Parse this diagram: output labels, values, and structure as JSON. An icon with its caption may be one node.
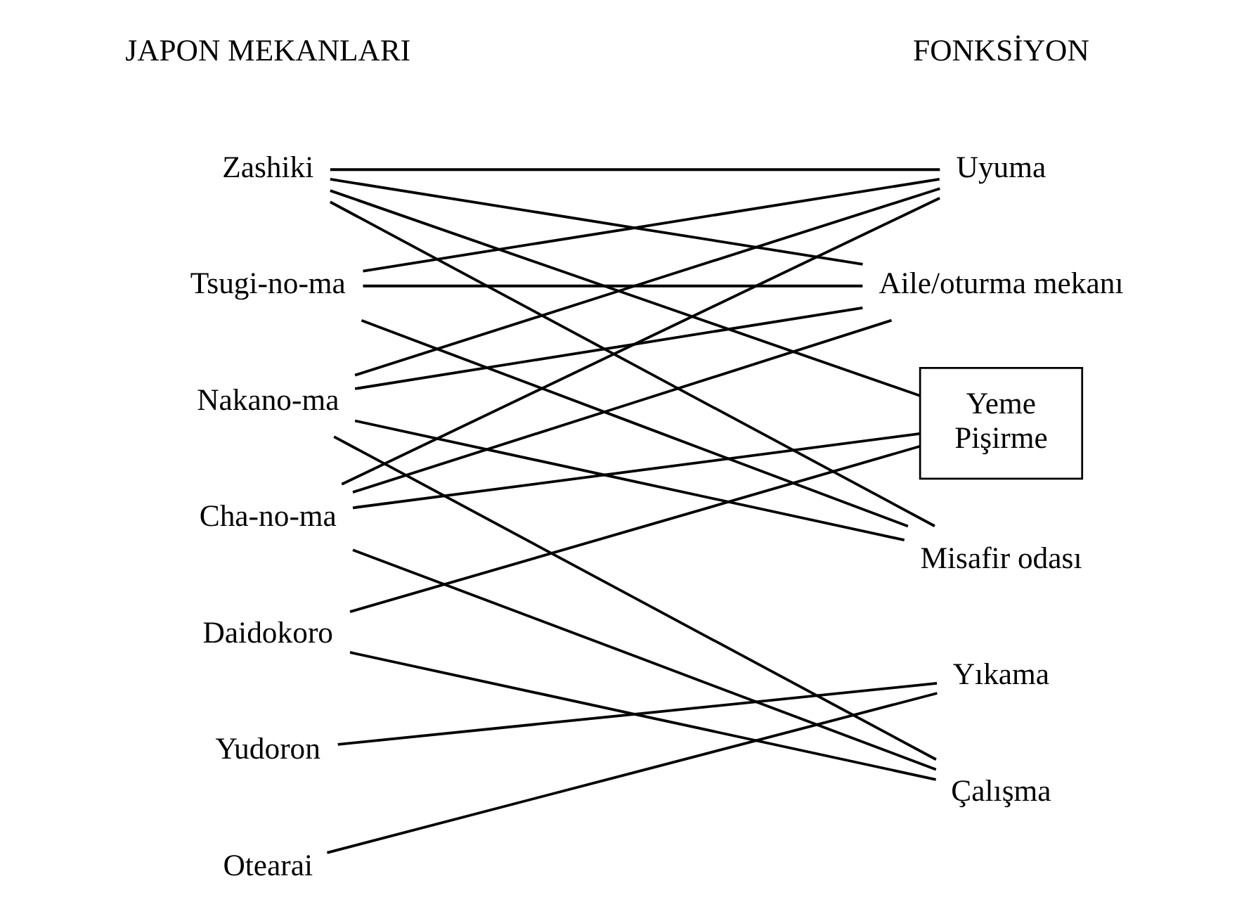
{
  "diagram": {
    "nodes": [
      {
        "text": [
          "Zashiki"
        ]
      },
      {
        "text": [
          "Tsugi-no-ma"
        ]
      },
      {
        "text": [
          "Nakano-ma"
        ]
      },
      {
        "text": [
          "Cha-no-ma"
        ]
      },
      {
        "text": [
          "Daidokoro"
        ]
      },
      {
        "text": [
          "Yudoron"
        ]
      },
      {
        "text": [
          "Otearai"
        ]
      },
      {
        "text": [
          "Uyuma"
        ]
      },
      {
        "text": [
          "Aile/oturma mekanı"
        ]
      },
      {
        "text": [
          "Yeme",
          "Pişirme"
        ]
      },
      {
        "text": [
          "Misafir odası"
        ]
      },
      {
        "text": [
          "Yıkama"
        ]
      },
      {
        "text": [
          "Çalışma"
        ]
      }
    ],
    "edges": [
      {
        "from": 0,
        "to": 7,
        "arrow": "none"
      },
      {
        "from": 0,
        "to": 8,
        "arrow": "none"
      },
      {
        "from": 0,
        "to": 9,
        "arrow": "none"
      },
      {
        "from": 0,
        "to": 10,
        "arrow": "none"
      },
      {
        "from": 1,
        "to": 7,
        "arrow": "none"
      },
      {
        "from": 1,
        "to": 8,
        "arrow": "none"
      },
      {
        "from": 1,
        "to": 10,
        "arrow": "none"
      },
      {
        "from": 2,
        "to": 7,
        "arrow": "none"
      },
      {
        "from": 2,
        "to": 8,
        "arrow": "none"
      },
      {
        "from": 2,
        "to": 10,
        "arrow": "none"
      },
      {
        "from": 2,
        "to": 12,
        "arrow": "none"
      },
      {
        "from": 3,
        "to": 7,
        "arrow": "none"
      },
      {
        "from": 3,
        "to": 8,
        "arrow": "none"
      },
      {
        "from": 3,
        "to": 9,
        "arrow": "none"
      },
      {
        "from": 3,
        "to": 12,
        "arrow": "none"
      },
      {
        "from": 4,
        "to": 9,
        "arrow": "none"
      },
      {
        "from": 4,
        "to": 12,
        "arrow": "none"
      },
      {
        "from": 5,
        "to": 11,
        "arrow": "none"
      },
      {
        "from": 6,
        "to": 11,
        "arrow": "none"
      }
    ],
    "labels": [
      "JAPON MEKANLARI",
      "FONKSİYON"
    ]
  }
}
